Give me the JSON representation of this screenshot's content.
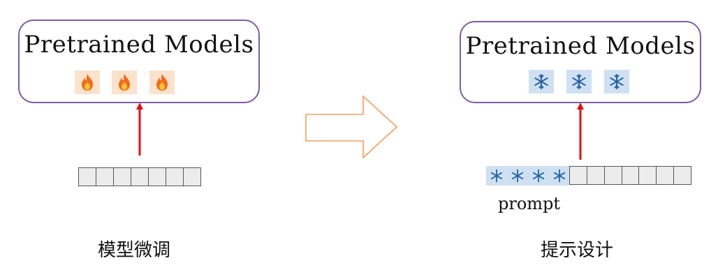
{
  "left_panel": {
    "title": "Pretrained Models",
    "icons": [
      "fire-icon",
      "fire-icon",
      "fire-icon"
    ],
    "token_count": 7,
    "caption": "模型微调"
  },
  "right_panel": {
    "title": "Pretrained Models",
    "icons": [
      "snowflake-icon",
      "snowflake-icon",
      "snowflake-icon"
    ],
    "token_count": 7,
    "prompt_icons": [
      "snowflake-icon",
      "snowflake-icon",
      "snowflake-icon",
      "snowflake-icon"
    ],
    "prompt_label": "prompt",
    "caption": "提示设计"
  },
  "colors": {
    "box_border": "#7d5ba6",
    "up_arrow": "#e01010",
    "transition_arrow": "#f0a060",
    "fire_bg": "#fbe2cc",
    "snow_bg": "#cfe0f2"
  }
}
